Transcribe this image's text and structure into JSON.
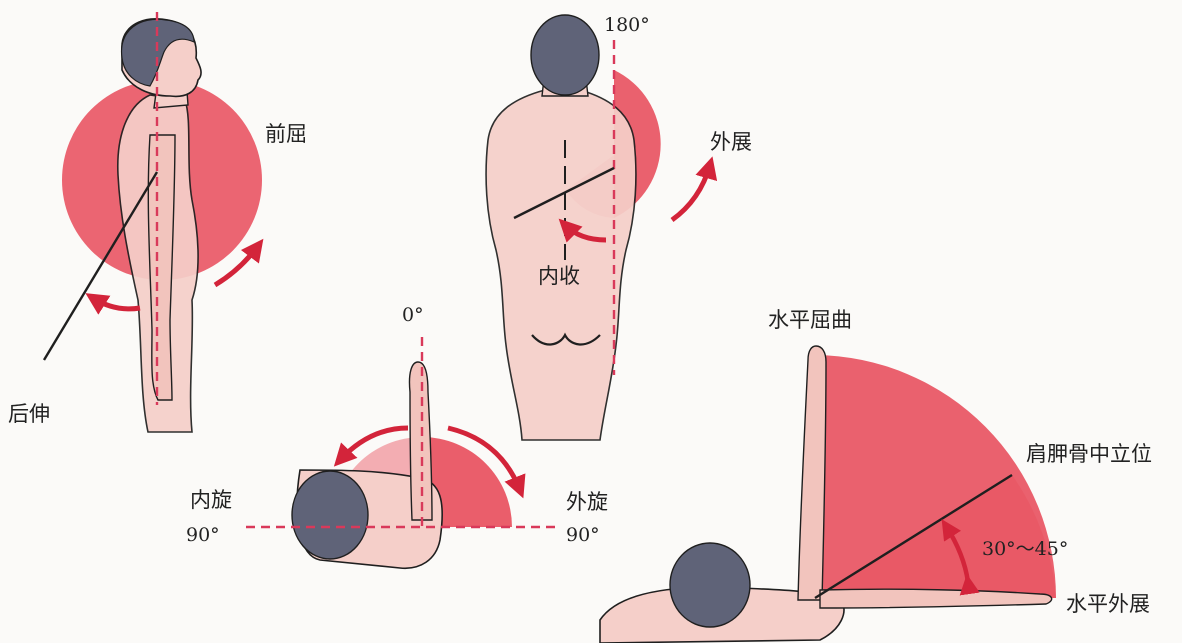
{
  "colors": {
    "arc_fill": "#e8505e",
    "arrow": "#d3243a",
    "skin": "#f5cfc9",
    "hair": "#5f6378",
    "dashed_line": "#d9395a",
    "outline": "#1f1f1f"
  },
  "panel_flexion_extension": {
    "flexion_label": "前屈",
    "extension_label": "后伸"
  },
  "panel_abduction_adduction": {
    "top_angle": "180°",
    "abduction_label": "外展",
    "adduction_label": "内收"
  },
  "panel_rotation": {
    "top_angle": "0°",
    "internal_label": "内旋",
    "internal_angle": "90°",
    "external_label": "外旋",
    "external_angle": "90°"
  },
  "panel_horizontal": {
    "flexion_label": "水平屈曲",
    "scapular_label": "肩胛骨中立位",
    "range_label": "30°～45°",
    "abduction_label": "水平外展"
  }
}
